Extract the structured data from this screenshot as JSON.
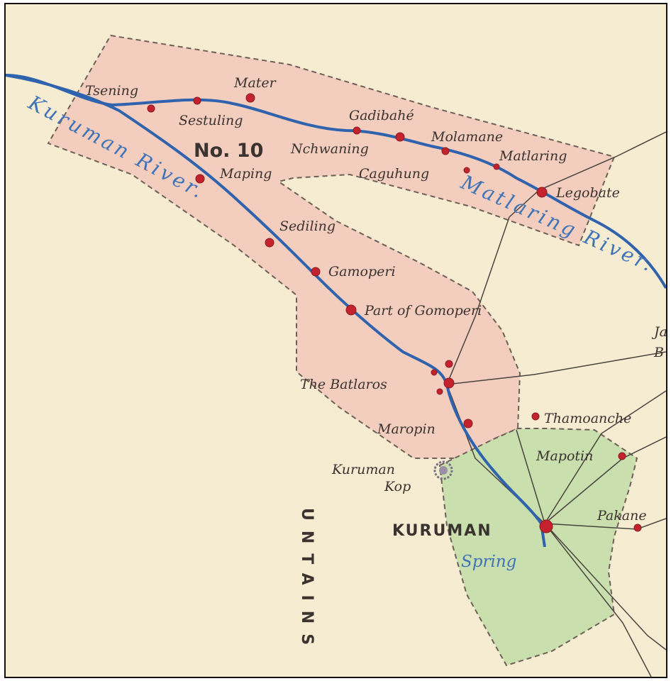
{
  "colors": {
    "paper": "#f6ecd2",
    "district_fill": "#f3cdbd",
    "kuruman_fill": "#c9dfae",
    "river": "#2f63ad",
    "road": "#4a4440",
    "village_dot": "#c4232e"
  },
  "labels": {
    "district": "No. 10",
    "kuruman_river": "Kuruman River.",
    "matlaring_river": "Matlaring River.",
    "town": "KURUMAN",
    "spring": "Spring",
    "mountains": "UNTAINS",
    "partial_j": "Ja",
    "partial_b": "B"
  },
  "places": {
    "tsening": "Tsening",
    "mater": "Mater",
    "sestuling": "Sestuling",
    "gadibahe": "Gadibahé",
    "nchwaning": "Nchwaning",
    "molamane": "Molamane",
    "matlaring": "Matlaring",
    "caguhung": "Caguhung",
    "legobate": "Legobate",
    "maping": "Maping",
    "sediling": "Sediling",
    "gamoperi": "Gamoperi",
    "part_of_gamoperi": "Part of Gomoperi",
    "the_batlaros": "The Batlaros",
    "maropin": "Maropin",
    "kuruman_kop_1": "Kuruman",
    "kuruman_kop_2": "Kop",
    "thamoanche": "Thamoanche",
    "mapotin": "Mapotin",
    "pakane": "Pakane"
  }
}
